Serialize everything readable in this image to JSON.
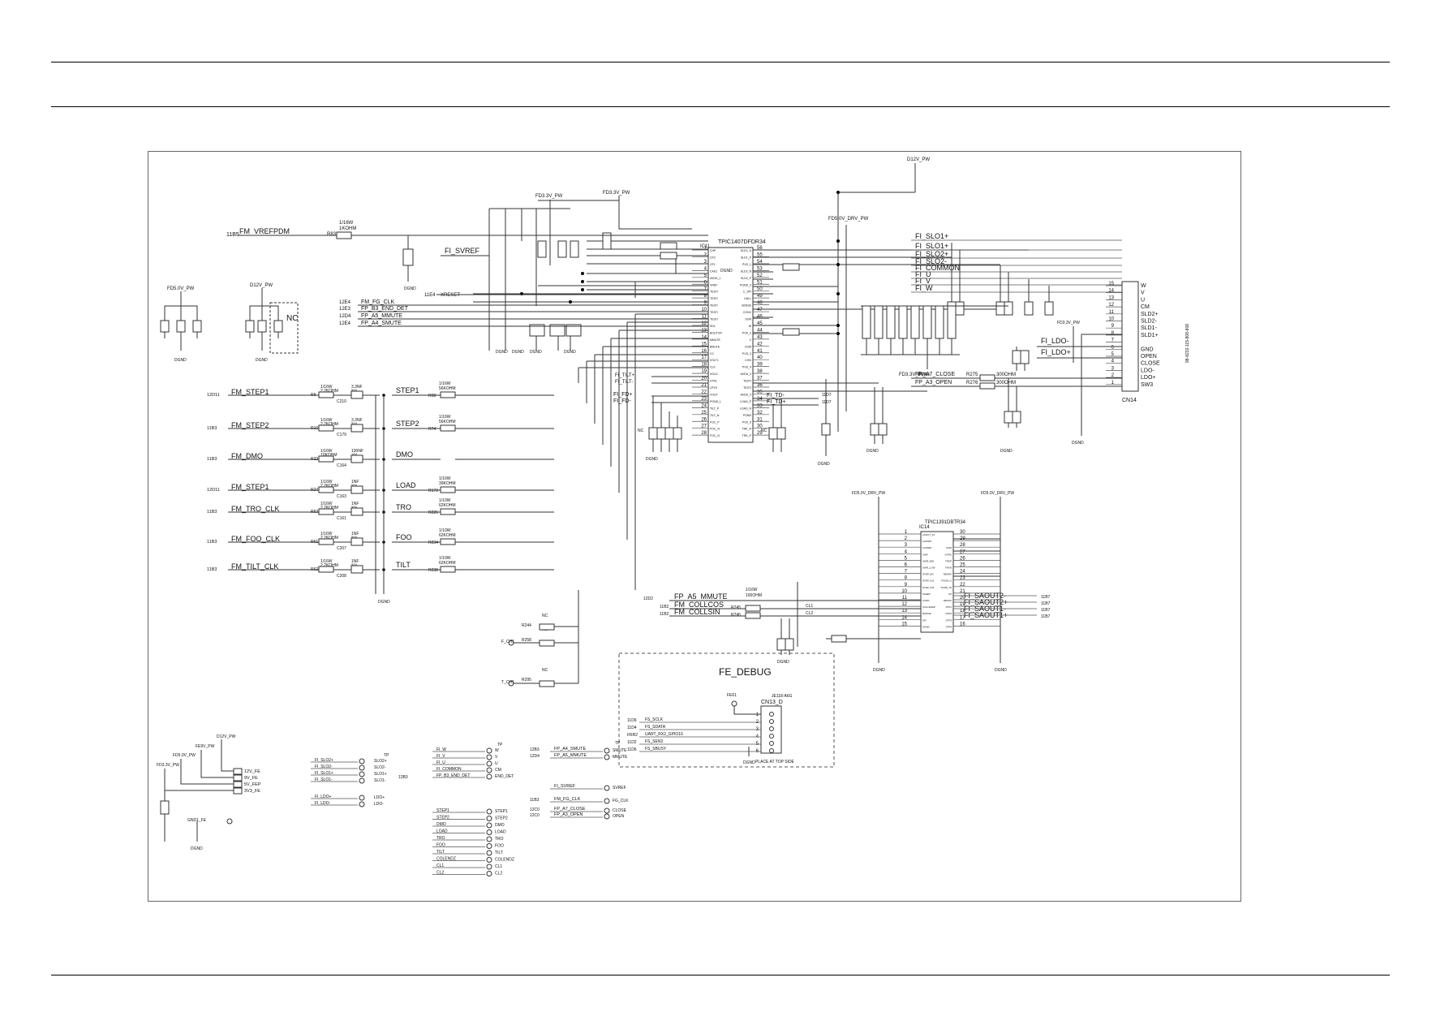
{
  "sheet": {
    "ic11": {
      "ref": "IC11",
      "part": "TPIC1407DFDR34",
      "left_pins": [
        {
          "n": "1",
          "f": "CHP"
        },
        {
          "n": "2",
          "f": "CP2"
        },
        {
          "n": "3",
          "f": "CP1"
        },
        {
          "n": "4",
          "f": "CAS1"
        },
        {
          "n": "5",
          "f": "AVDD_1"
        },
        {
          "n": "6",
          "f": "VREF"
        },
        {
          "n": "7",
          "f": "TESTI"
        },
        {
          "n": "8",
          "f": "TESTI"
        },
        {
          "n": "9",
          "f": "TESTI"
        },
        {
          "n": "10",
          "f": "TESTI"
        },
        {
          "n": "11",
          "f": "TESTI"
        },
        {
          "n": "12",
          "f": "SDL"
        },
        {
          "n": "13",
          "f": "BOUTCR"
        },
        {
          "n": "14",
          "f": "MMUTE"
        },
        {
          "n": "15",
          "f": "BMUTE"
        },
        {
          "n": "16",
          "f": "CC"
        },
        {
          "n": "17",
          "f": "VOLT1"
        },
        {
          "n": "18",
          "f": "CLK"
        },
        {
          "n": "19",
          "f": "VOLD"
        },
        {
          "n": "20",
          "f": "STRL"
        },
        {
          "n": "21",
          "f": "LPVS"
        },
        {
          "n": "22",
          "f": "VOUT"
        },
        {
          "n": "23",
          "f": "PGND_L"
        },
        {
          "n": "24",
          "f": "TILT_P"
        },
        {
          "n": "25",
          "f": "TILT_N"
        },
        {
          "n": "26",
          "f": "FOC_P"
        },
        {
          "n": "27",
          "f": "FOC_N"
        },
        {
          "n": "28",
          "f": "FOC_N"
        }
      ],
      "right_pins": [
        {
          "n": "56",
          "f": "SLD1_N"
        },
        {
          "n": "55",
          "f": "SLD1_P"
        },
        {
          "n": "54",
          "f": "PVD_1"
        },
        {
          "n": "53",
          "f": "SLD2_N"
        },
        {
          "n": "52",
          "f": "SLD2_P"
        },
        {
          "n": "51",
          "f": "PGND_3"
        },
        {
          "n": "50",
          "f": "C_SPI"
        },
        {
          "n": "49",
          "f": "HALL"
        },
        {
          "n": "48",
          "f": "SENSE"
        },
        {
          "n": "47",
          "f": "CONV"
        },
        {
          "n": "46",
          "f": "SOR"
        },
        {
          "n": "45",
          "f": "W"
        },
        {
          "n": "44",
          "f": "PVD_2"
        },
        {
          "n": "43",
          "f": "V"
        },
        {
          "n": "42",
          "f": "COM"
        },
        {
          "n": "41",
          "f": "PVD_3"
        },
        {
          "n": "40",
          "f": "CHD"
        },
        {
          "n": "39",
          "f": "PVD_4"
        },
        {
          "n": "38",
          "f": "AVDD_3"
        },
        {
          "n": "37",
          "f": "TESTI"
        },
        {
          "n": "36",
          "f": "TESTI"
        },
        {
          "n": "35",
          "f": "AVDD_4"
        },
        {
          "n": "34",
          "f": "LOAD_P"
        },
        {
          "n": "33",
          "f": "LOAD_N"
        },
        {
          "n": "32",
          "f": "PGND"
        },
        {
          "n": "31",
          "f": "PVD_5"
        },
        {
          "n": "30",
          "f": "TRK_N"
        },
        {
          "n": "29",
          "f": "TRK_P"
        }
      ]
    },
    "ic14": {
      "ref": "IC14",
      "part": "TPIC1391DBTR34",
      "left_pins": [
        {
          "n": "1",
          "f": "LDOUT_IN"
        },
        {
          "n": "2",
          "f": "LDOSW"
        },
        {
          "n": "3",
          "f": "LDPDET"
        },
        {
          "n": "4",
          "f": "CMP"
        },
        {
          "n": "5",
          "f": "SWR_MID"
        },
        {
          "n": "6",
          "f": "SWR_LOW"
        },
        {
          "n": "7",
          "f": "STEP_EN"
        },
        {
          "n": "8",
          "f": "STEP_IN1"
        },
        {
          "n": "9",
          "f": "STEP_IN2"
        },
        {
          "n": "10",
          "f": "SLEEP"
        },
        {
          "n": "11",
          "f": "CVDD"
        },
        {
          "n": "12",
          "f": "COLLENDZ"
        },
        {
          "n": "13",
          "f": "RANGE"
        },
        {
          "n": "14",
          "f": "AFI"
        },
        {
          "n": "15",
          "f": "AGND"
        }
      ],
      "right_pins": [
        {
          "n": "30",
          "f": ""
        },
        {
          "n": "29",
          "f": ""
        },
        {
          "n": "28",
          "f": "COM"
        },
        {
          "n": "27",
          "f": "VOPG"
        },
        {
          "n": "26",
          "f": "TRKP"
        },
        {
          "n": "25",
          "f": "TRKN"
        },
        {
          "n": "24",
          "f": "RESRV"
        },
        {
          "n": "23",
          "f": "PGND_O"
        },
        {
          "n": "22",
          "f": "PGND_IN"
        },
        {
          "n": "21",
          "f": "CP"
        },
        {
          "n": "20",
          "f": "REFAO"
        },
        {
          "n": "19",
          "f": "STP1"
        },
        {
          "n": "18",
          "f": "STP2"
        },
        {
          "n": "17",
          "f": "STP3"
        },
        {
          "n": "16",
          "f": "STP4"
        }
      ]
    },
    "cn14": {
      "ref": "CN14",
      "pins": [
        {
          "n": "15",
          "label": "W"
        },
        {
          "n": "14",
          "label": "V"
        },
        {
          "n": "13",
          "label": "U"
        },
        {
          "n": "12",
          "label": "CM"
        },
        {
          "n": "11",
          "label": "SLD2+"
        },
        {
          "n": "10",
          "label": "SLD2-"
        },
        {
          "n": "9",
          "label": "SLD1-"
        },
        {
          "n": "8",
          "label": "SLD1+"
        },
        {
          "n": "7",
          "label": ""
        },
        {
          "n": "6",
          "label": "GND"
        },
        {
          "n": "5",
          "label": "OPEN"
        },
        {
          "n": "4",
          "label": "CLOSE"
        },
        {
          "n": "3",
          "label": "LDO-"
        },
        {
          "n": "2",
          "label": "LDO+"
        },
        {
          "n": "1",
          "label": "SW3"
        }
      ],
      "part": "98-8232-115-808-808"
    },
    "cn13": {
      "ref": "CN13_D",
      "part": "JE118-A6G",
      "pins": [
        "1",
        "2",
        "3",
        "4",
        "5",
        "6"
      ],
      "place_note": "PLACE AT TOP SIDE"
    },
    "fe_debug": {
      "title": "FE_DEBUG",
      "fe_ref": "FE61",
      "nets": [
        "FS_SCLK",
        "FS_SDATA",
        "UART_RX2_GPIO16",
        "FS_SEN2",
        "FS_SBUSY"
      ],
      "refs": [
        "11D6",
        "11D4",
        "FRR2",
        "11D2",
        "11D6"
      ]
    },
    "motor_nets": [
      "FI_SLO1+",
      "FI_SLO1+",
      "FI_SLO2+",
      "FI_SLO2-",
      "FI_COMMON",
      "FI_U",
      "FI_V",
      "FI_W"
    ],
    "ldo_nets": [
      "FI_LDO-",
      "FI_LDO+"
    ],
    "tray_nets": [
      "FP_A7_CLOSE",
      "FP_A3_OPEN"
    ],
    "tray_refs": [
      "R275",
      "R276"
    ],
    "tray_values": [
      "300OHM",
      "300OHM"
    ],
    "left_nets": [
      {
        "ref": "11B5",
        "net": "FM_VREFPDM",
        "res": "R83",
        "val": "1/16W",
        "val2": "1KOHM"
      }
    ],
    "fi_svref": "FI_SVREF",
    "xreset": "XRESET",
    "xreset_ref": "11E4",
    "fp_nets": [
      {
        "ref": "12E4",
        "net": "FM_FG_CLK"
      },
      {
        "ref": "12E3",
        "net": "FP_B3_END_DET"
      },
      {
        "ref": "12D4",
        "net": "FP_A5_MMUTE"
      },
      {
        "ref": "12E4",
        "net": "FP_A4_SMUTE"
      }
    ],
    "drive_rows": [
      {
        "ref": "12D11",
        "net": "FM_STEP1",
        "r": "R9",
        "rv": "1/16W",
        "rv2": "2.2KOHM",
        "c": "C210",
        "cv": "3.3NF",
        "cv2": "50V",
        "out": "STEP1",
        "r2": "R68",
        "r2v": "1/16W",
        "r2v2": "56KOHM"
      },
      {
        "ref": "11B3",
        "net": "FM_STEP2",
        "r": "R10",
        "rv": "1/16W",
        "rv2": "2.2KOHM",
        "c": "C179",
        "cv": "3.3NF",
        "cv2": "50V",
        "out": "STEP2",
        "r2": "R74",
        "r2v": "1/16W",
        "r2v2": "56KOHM"
      },
      {
        "ref": "11B3",
        "net": "FM_DMO",
        "r": "R22",
        "rv": "1/16W",
        "rv2": "10KOHM",
        "c": "C164",
        "cv": "100NF",
        "cv2": "16V",
        "out": "DMO",
        "r2": "",
        "r2v": "",
        "r2v2": ""
      },
      {
        "ref": "12D11",
        "net": "FM_STEP1",
        "r": "R24",
        "rv": "1/16W",
        "rv2": "2.2KOHM",
        "c": "C163",
        "cv": "1NF",
        "cv2": "50V",
        "out": "LOAD",
        "r2": "R173",
        "r2v": "1/16W",
        "r2v2": "39KOHM"
      },
      {
        "ref": "11B3",
        "net": "FM_TRO_CLK",
        "r": "R53",
        "rv": "1/16W",
        "rv2": "2.2KOHM",
        "c": "C161",
        "cv": "1NF",
        "cv2": "50V",
        "out": "TRO",
        "r2": "R226",
        "r2v": "1/10W",
        "r2v2": "62KOHM"
      },
      {
        "ref": "11B3",
        "net": "FM_FOO_CLK",
        "r": "R61",
        "rv": "1/16W",
        "rv2": "2.2KOHM",
        "c": "C207",
        "cv": "1NF",
        "cv2": "50V",
        "out": "FOO",
        "r2": "R234",
        "r2v": "1/10W",
        "r2v2": "62KOHM"
      },
      {
        "ref": "11B3",
        "net": "FM_TILT_CLK",
        "r": "R62",
        "rv": "1/16W",
        "rv2": "2.2KOHM",
        "c": "C208",
        "cv": "1NF",
        "cv2": "50V",
        "out": "TILT",
        "r2": "R238",
        "r2v": "1/10W",
        "r2v2": "62KOHM"
      }
    ],
    "ic14_in": [
      {
        "ref": "12D2",
        "net": "FP_A5_MMUTE"
      },
      {
        "ref": "11B2",
        "net": "FM_COLLCOS"
      },
      {
        "ref": "11B2",
        "net": "FM_COLLSIN"
      }
    ],
    "ic14_in_res": [
      "R245",
      "R246"
    ],
    "ic14_in_val": [
      "1/16W",
      "100OHM"
    ],
    "cl_labels": [
      "CL1",
      "CL2"
    ],
    "saout": [
      {
        "net": "FI_SAOUT2-",
        "ref": "11B7"
      },
      {
        "net": "FI_SAOUT2+",
        "ref": "11B7"
      },
      {
        "net": "FI_SAOUT1-",
        "ref": "11B7"
      },
      {
        "net": "FI_SAOUT1+",
        "ref": "11B7"
      }
    ],
    "fi_td": [
      "FI_TD-",
      "FI_TD+"
    ],
    "fi_td_ref": [
      "11D7",
      "11D7"
    ],
    "fi_tilt": [
      "FI_TILT+",
      "FI_TILT-"
    ],
    "fi_fd": [
      "FI_FD+",
      "FI_FD-"
    ],
    "power": {
      "d12v": "D12V_PW",
      "fd33": "FD3.3V_PW",
      "fd50": "FD5.0V_PW",
      "fd50drv": "FD5.0V_DRV_PW",
      "fd9v": "FE9V_PW",
      "dgnd": "DGND",
      "gnd1": "GND1_FE",
      "nc": "NC"
    },
    "tp_block_power": [
      {
        "net": "12V_FE",
        "pin": "12V_FE"
      },
      {
        "net": "9V_FE",
        "pin": "9V_FE"
      },
      {
        "net": "5V_FEP",
        "pin": "5V_FEP"
      },
      {
        "net": "3V3_FE",
        "pin": "3V3_FE"
      }
    ],
    "tp_slo": [
      {
        "net": "FI_SLO2+",
        "tp": "SLO2+"
      },
      {
        "net": "FI_SLO2-",
        "tp": "SLO2-"
      },
      {
        "net": "FI_SLO1+",
        "tp": "SLO1+"
      },
      {
        "net": "FI_SLO1-",
        "tp": "SLO1-"
      }
    ],
    "tp_ldo": [
      {
        "net": "FI_LDO+",
        "tp": "LDO+"
      },
      {
        "net": "FI_LDO-",
        "tp": "LDO-"
      }
    ],
    "tp_motor": [
      {
        "net": "FI_W",
        "tp": "W"
      },
      {
        "net": "FI_V",
        "tp": "V"
      },
      {
        "net": "FI_U",
        "tp": "U"
      },
      {
        "net": "FI_COMMON",
        "tp": "CM"
      },
      {
        "net": "FP_B3_END_DET",
        "tp": "END_DET"
      }
    ],
    "tp_motor_ref": "12B3",
    "tp_mute": [
      {
        "ref": "12B3",
        "net": "FP_A4_SMUTE",
        "tp": "SMUTE"
      },
      {
        "ref": "12D4",
        "net": "FP_A5_MMUTE",
        "tp": "MMUTE"
      }
    ],
    "tp_misc": [
      {
        "ref": "",
        "net": "FI_SVREF",
        "tp": "SVREF"
      },
      {
        "ref": "11B3",
        "net": "FM_FG_CLK",
        "tp": "FG_CLK"
      },
      {
        "ref": "12C0",
        "net": "FP_A7_CLOSE",
        "tp": "CLOSE"
      },
      {
        "ref": "12C0",
        "net": "FP_A3_OPEN",
        "tp": "OPEN"
      }
    ],
    "tp_drive": [
      "STEP1",
      "STEP2",
      "DMO",
      "LOAD",
      "TRO",
      "FOO",
      "TILT",
      "COLENDZ",
      "CL1",
      "CL2"
    ],
    "tp_word": "TP",
    "test_pts": [
      {
        "lab": "F_CH1",
        "r": "R244",
        "r2": "R258"
      },
      {
        "lab": "T_CH1",
        "r": "R295",
        "r2": ""
      }
    ],
    "nc_text": "NC"
  }
}
